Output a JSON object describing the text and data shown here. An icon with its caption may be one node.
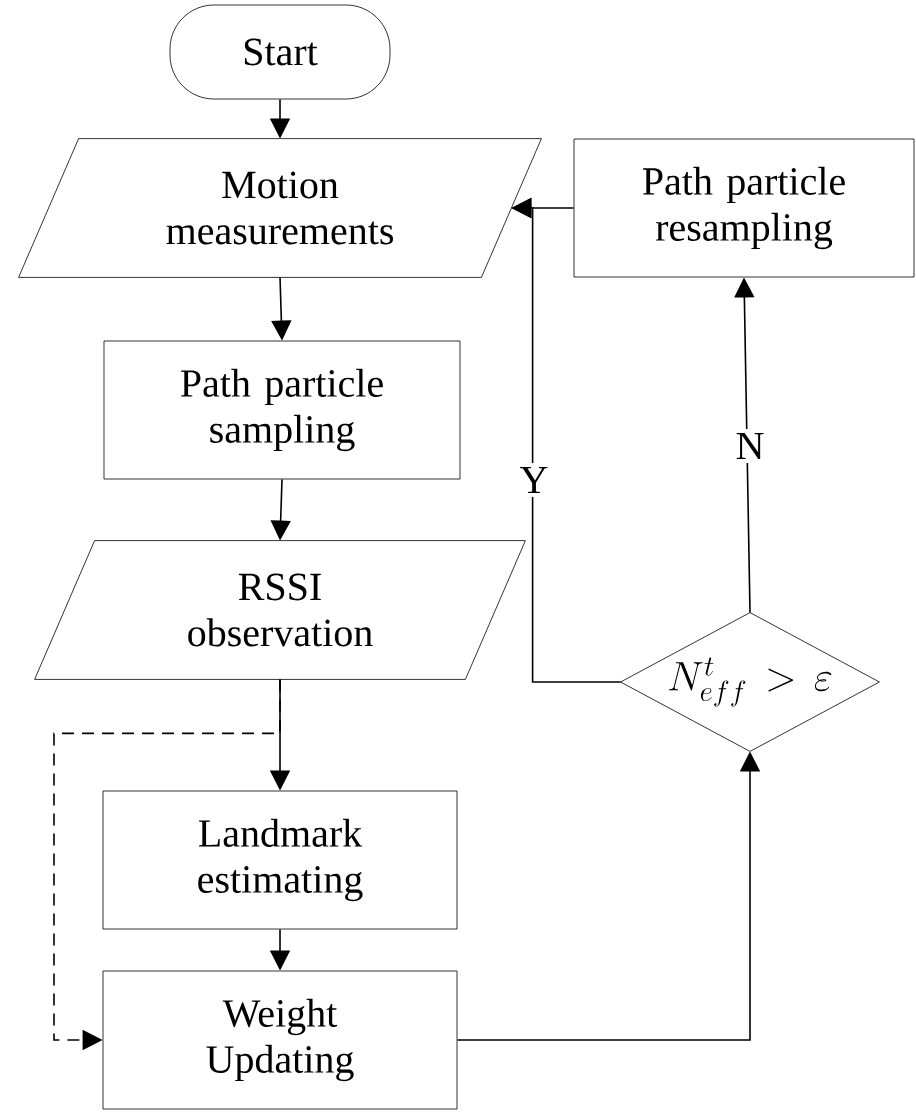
{
  "diagram": {
    "nodes": [
      {
        "text": [
          "Start"
        ]
      },
      {
        "text": [
          "Motion measurements"
        ]
      },
      {
        "text": [
          "Path particle sampling"
        ]
      },
      {
        "text": [
          "RSSI observation"
        ]
      },
      {
        "text": [
          "Landmark estimating"
        ]
      },
      {
        "text": [
          "Weight Updating"
        ]
      },
      {
        "text": [
          "N^{t}_{eff} > \\varepsilon"
        ]
      },
      {
        "text": [
          "Path particle resampling"
        ]
      }
    ],
    "edges": [
      {
        "from": 0,
        "to": 1,
        "arrow": "to"
      },
      {
        "from": 1,
        "to": 2,
        "arrow": "to"
      },
      {
        "from": 2,
        "to": 3,
        "arrow": "to"
      },
      {
        "from": 3,
        "to": 4,
        "arrow": "to"
      },
      {
        "from": 4,
        "to": 5,
        "arrow": "to"
      },
      {
        "from": 3,
        "to": 5,
        "arrow": "to",
        "style": "dashed"
      },
      {
        "from": 5,
        "to": 6,
        "arrow": "to"
      },
      {
        "from": 6,
        "to": 1,
        "arrow": "to",
        "label": "Y"
      },
      {
        "from": 6,
        "to": 7,
        "arrow": "to",
        "label": "N"
      },
      {
        "from": 7,
        "to": 1,
        "arrow": "to"
      }
    ]
  }
}
